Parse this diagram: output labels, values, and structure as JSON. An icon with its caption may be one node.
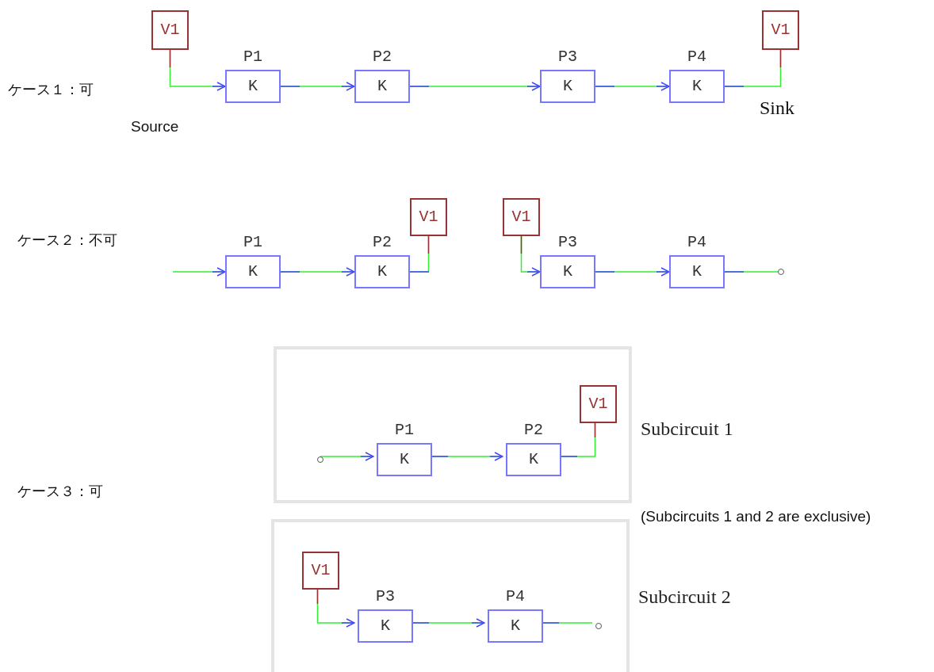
{
  "diagram": {
    "nodes": [
      {
        "text": [
          "V1"
        ]
      },
      {
        "text": [
          "P1",
          "K"
        ]
      },
      {
        "text": [
          "P2",
          "K"
        ]
      },
      {
        "text": [
          "P3",
          "K"
        ]
      },
      {
        "text": [
          "P4",
          "K"
        ]
      },
      {
        "text": [
          "V1"
        ],
        "beside": [
          "Sink"
        ]
      },
      {
        "text": [
          "P1",
          "K"
        ]
      },
      {
        "text": [
          "P2",
          "K"
        ]
      },
      {
        "text": [
          "V1"
        ]
      },
      {
        "text": [
          "V1"
        ]
      },
      {
        "text": [
          "P3",
          "K"
        ]
      },
      {
        "text": [
          "P4",
          "K"
        ]
      },
      {
        "text": [],
        "shape": "circle"
      },
      {
        "text": [
          "Subcircuit 1"
        ]
      },
      {
        "text": [],
        "shape": "circle",
        "in": 13
      },
      {
        "text": [
          "P1",
          "K"
        ],
        "in": 13
      },
      {
        "text": [
          "P2",
          "K"
        ],
        "in": 13
      },
      {
        "text": [
          "V1"
        ],
        "in": 13
      },
      {
        "text": [
          "Subcircuit 2"
        ]
      },
      {
        "text": [
          "V1"
        ],
        "in": 18
      },
      {
        "text": [
          "P3",
          "K"
        ],
        "in": 18
      },
      {
        "text": [
          "P4",
          "K"
        ],
        "in": 18
      },
      {
        "text": [],
        "shape": "circle",
        "in": 18
      }
    ],
    "edges": [
      {
        "from": 0,
        "to": 1,
        "arrow": "to"
      },
      {
        "from": 1,
        "to": 2,
        "arrow": "to"
      },
      {
        "from": 2,
        "to": 3,
        "arrow": "to"
      },
      {
        "from": 3,
        "to": 4,
        "arrow": "to"
      },
      {
        "from": 4,
        "to": 5,
        "arrow": "none"
      },
      {
        "from": null,
        "to": 6,
        "arrow": "to"
      },
      {
        "from": 6,
        "to": 7,
        "arrow": "to"
      },
      {
        "from": 7,
        "to": 8,
        "arrow": "none"
      },
      {
        "from": 9,
        "to": 10,
        "arrow": "to"
      },
      {
        "from": 10,
        "to": 11,
        "arrow": "to"
      },
      {
        "from": 11,
        "to": 12,
        "arrow": "none"
      },
      {
        "from": 14,
        "to": 15,
        "arrow": "to"
      },
      {
        "from": 15,
        "to": 16,
        "arrow": "to"
      },
      {
        "from": 16,
        "to": 17,
        "arrow": "none"
      },
      {
        "from": 19,
        "to": 20,
        "arrow": "to"
      },
      {
        "from": 20,
        "to": 21,
        "arrow": "to"
      },
      {
        "from": 21,
        "to": 22,
        "arrow": "none"
      }
    ],
    "labels": [
      "ケース１：可",
      "Source",
      "ケース２：不可",
      "ケース３：可",
      "(Subcircuits 1 and 2 are exclusive)"
    ]
  }
}
